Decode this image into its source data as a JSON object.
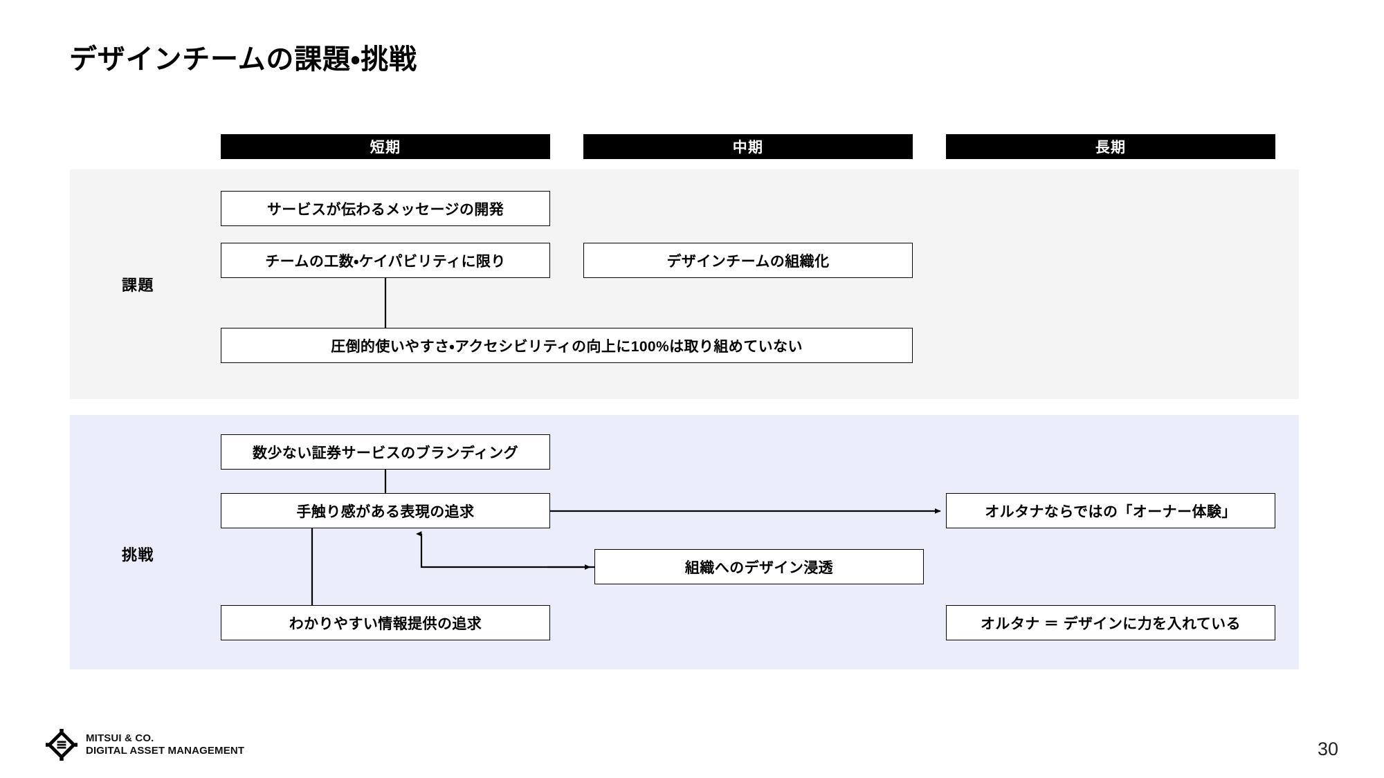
{
  "slide": {
    "title": "デザインチームの課題・挑戦",
    "page_number": "30",
    "background_color": "#ffffff"
  },
  "columns": [
    {
      "label": "短期",
      "key": "short-term"
    },
    {
      "label": "中期",
      "key": "mid-term"
    },
    {
      "label": "長期",
      "key": "long-term"
    }
  ],
  "column_header_style": {
    "background": "#000000",
    "text_color": "#ffffff"
  },
  "sections": [
    {
      "key": "issues",
      "label": "課題",
      "background": "#f4f4f4",
      "nodes": [
        {
          "key": "message-development",
          "label": "サービスが伝わるメッセージの開発",
          "column": "short-term"
        },
        {
          "key": "team-capacity",
          "label": "チームの工数・ケイパビリティに限り",
          "column": "short-term"
        },
        {
          "key": "design-team-organization",
          "label": "デザインチームの組織化",
          "column": "mid-term"
        },
        {
          "key": "accessibility",
          "label": "圧倒的使いやすさ・アクセシビリティの向上に100%は取り組めていない",
          "column": "short-mid-span"
        }
      ]
    },
    {
      "key": "challenges",
      "label": "挑戦",
      "background": "#ebeefa",
      "nodes": [
        {
          "key": "securities-branding",
          "label": "数少ない証券サービスのブランディング",
          "column": "short-term"
        },
        {
          "key": "tactile-expression",
          "label": "手触り感がある表現の追求",
          "column": "short-term"
        },
        {
          "key": "owner-experience",
          "label": "オルタナならではの「オーナー体験」",
          "column": "long-term"
        },
        {
          "key": "design-permeation",
          "label": "組織へのデザイン浸透",
          "column": "mid-term"
        },
        {
          "key": "clear-information",
          "label": "わかりやすい情報提供の追求",
          "column": "short-term"
        },
        {
          "key": "altona-design-focus",
          "label": "オルタナ ＝ デザインに力を入れている",
          "column": "long-term"
        }
      ]
    }
  ],
  "footer": {
    "logo_line_1": "MITSUI & CO.",
    "logo_line_2": "DIGITAL ASSET MANAGEMENT",
    "logo_mark": "mitsui-diamond-logo"
  }
}
